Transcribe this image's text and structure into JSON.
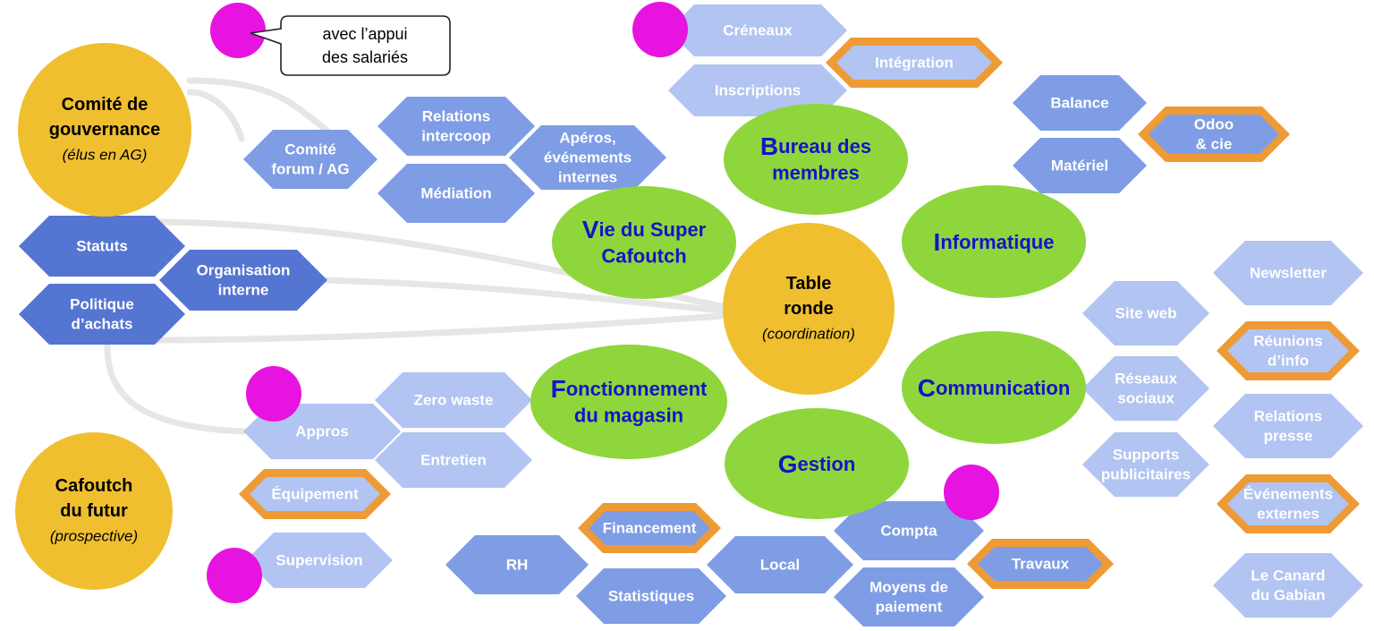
{
  "colors": {
    "dark": "#5575d2",
    "mid": "#7f9de5",
    "light": "#b1c4f2",
    "orange": "#ee9a35",
    "green": "#8ed63c",
    "gold": "#f0bf2f",
    "magenta": "#e713e0",
    "link": "#e6e6e6",
    "circle_text": "#000000",
    "ellipse_text": "#1414c8"
  },
  "callout": {
    "lines": [
      "avec l’appui",
      "des salariés"
    ]
  },
  "circles": [
    {
      "id": "comite-gouvernance",
      "lines": [
        "Comité de",
        "gouvernance"
      ],
      "sub": "(élus en AG)"
    },
    {
      "id": "table-ronde",
      "lines": [
        "Table",
        "ronde"
      ],
      "sub": "(coordination)"
    },
    {
      "id": "cafoutch-futur",
      "lines": [
        "Cafoutch",
        "du futur"
      ],
      "sub": "(prospective)"
    }
  ],
  "ellipses": [
    {
      "id": "vie-super-cafoutch",
      "lines": [
        "Vie du Super",
        "Cafoutch"
      ]
    },
    {
      "id": "bureau-membres",
      "lines": [
        "Bureau des",
        "membres"
      ]
    },
    {
      "id": "informatique",
      "lines": [
        "Informatique"
      ]
    },
    {
      "id": "fonctionnement-magasin",
      "lines": [
        "Fonctionnement",
        "du magasin"
      ]
    },
    {
      "id": "communication",
      "lines": [
        "Communication"
      ]
    },
    {
      "id": "gestion",
      "lines": [
        "Gestion"
      ]
    }
  ],
  "hexagons": [
    {
      "id": "statuts",
      "lines": [
        "Statuts"
      ],
      "tone": "dark",
      "outlined": false
    },
    {
      "id": "organisation-interne",
      "lines": [
        "Organisation",
        "interne"
      ],
      "tone": "dark",
      "outlined": false
    },
    {
      "id": "politique-achats",
      "lines": [
        "Politique",
        "d’achats"
      ],
      "tone": "dark",
      "outlined": false
    },
    {
      "id": "comite-forum-ag",
      "lines": [
        "Comité",
        "forum / AG"
      ],
      "tone": "mid",
      "outlined": false
    },
    {
      "id": "relations-intercoop",
      "lines": [
        "Relations",
        "intercoop"
      ],
      "tone": "mid",
      "outlined": false
    },
    {
      "id": "mediation",
      "lines": [
        "Médiation"
      ],
      "tone": "mid",
      "outlined": false
    },
    {
      "id": "aperos",
      "lines": [
        "Apéros,",
        "événements",
        "internes"
      ],
      "tone": "mid",
      "outlined": false
    },
    {
      "id": "creneaux",
      "lines": [
        "Créneaux"
      ],
      "tone": "light",
      "outlined": false
    },
    {
      "id": "integration",
      "lines": [
        "Intégration"
      ],
      "tone": "light",
      "outlined": true
    },
    {
      "id": "inscriptions",
      "lines": [
        "Inscriptions"
      ],
      "tone": "light",
      "outlined": false
    },
    {
      "id": "balance",
      "lines": [
        "Balance"
      ],
      "tone": "mid",
      "outlined": false
    },
    {
      "id": "odoo-cie",
      "lines": [
        "Odoo",
        "& cie"
      ],
      "tone": "mid",
      "outlined": true
    },
    {
      "id": "materiel",
      "lines": [
        "Matériel"
      ],
      "tone": "mid",
      "outlined": false
    },
    {
      "id": "newsletter",
      "lines": [
        "Newsletter"
      ],
      "tone": "light",
      "outlined": false
    },
    {
      "id": "site-web",
      "lines": [
        "Site web"
      ],
      "tone": "light",
      "outlined": false
    },
    {
      "id": "reunions-info",
      "lines": [
        "Réunions",
        "d’info"
      ],
      "tone": "light",
      "outlined": true
    },
    {
      "id": "reseaux-sociaux",
      "lines": [
        "Réseaux",
        "sociaux"
      ],
      "tone": "light",
      "outlined": false
    },
    {
      "id": "relations-presse",
      "lines": [
        "Relations",
        "presse"
      ],
      "tone": "light",
      "outlined": false
    },
    {
      "id": "supports-publicitaires",
      "lines": [
        "Supports",
        "publicitaires"
      ],
      "tone": "light",
      "outlined": false
    },
    {
      "id": "evenements-externes",
      "lines": [
        "Événements",
        "externes"
      ],
      "tone": "light",
      "outlined": true
    },
    {
      "id": "canard-gabian",
      "lines": [
        "Le Canard",
        "du Gabian"
      ],
      "tone": "light",
      "outlined": false
    },
    {
      "id": "zero-waste",
      "lines": [
        "Zero waste"
      ],
      "tone": "light",
      "outlined": false
    },
    {
      "id": "appros",
      "lines": [
        "Appros"
      ],
      "tone": "light",
      "outlined": false
    },
    {
      "id": "entretien",
      "lines": [
        "Entretien"
      ],
      "tone": "light",
      "outlined": false
    },
    {
      "id": "equipement",
      "lines": [
        "Équipement"
      ],
      "tone": "light",
      "outlined": true
    },
    {
      "id": "supervision",
      "lines": [
        "Supervision"
      ],
      "tone": "light",
      "outlined": false
    },
    {
      "id": "financement",
      "lines": [
        "Financement"
      ],
      "tone": "mid",
      "outlined": true
    },
    {
      "id": "rh",
      "lines": [
        "RH"
      ],
      "tone": "mid",
      "outlined": false
    },
    {
      "id": "statistiques",
      "lines": [
        "Statistiques"
      ],
      "tone": "mid",
      "outlined": false
    },
    {
      "id": "local",
      "lines": [
        "Local"
      ],
      "tone": "mid",
      "outlined": false
    },
    {
      "id": "compta",
      "lines": [
        "Compta"
      ],
      "tone": "mid",
      "outlined": false
    },
    {
      "id": "travaux",
      "lines": [
        "Travaux"
      ],
      "tone": "mid",
      "outlined": true
    },
    {
      "id": "moyens-paiement",
      "lines": [
        "Moyens de",
        "paiement"
      ],
      "tone": "mid",
      "outlined": false
    }
  ]
}
